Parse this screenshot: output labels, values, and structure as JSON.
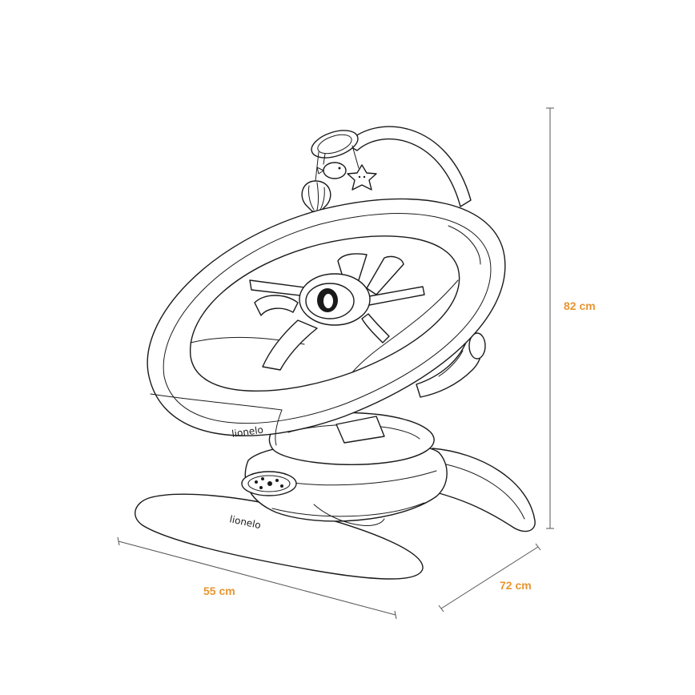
{
  "dimensions": {
    "height_label": "82 cm",
    "width_label": "55 cm",
    "depth_label": "72 cm"
  },
  "brand": {
    "seat_logo": "lionelo",
    "base_logo": "lionelo"
  },
  "colors": {
    "dimension_text": "#e8952f",
    "line_art": "#1a1a1a"
  },
  "icons": {
    "product": "baby-swing-line-drawing",
    "seat_center": "lionelo-o-logo-icon",
    "toy_star": "star-toy-icon",
    "toy_balloon": "hot-air-balloon-toy-icon",
    "toy_bird": "bird-toy-icon"
  }
}
